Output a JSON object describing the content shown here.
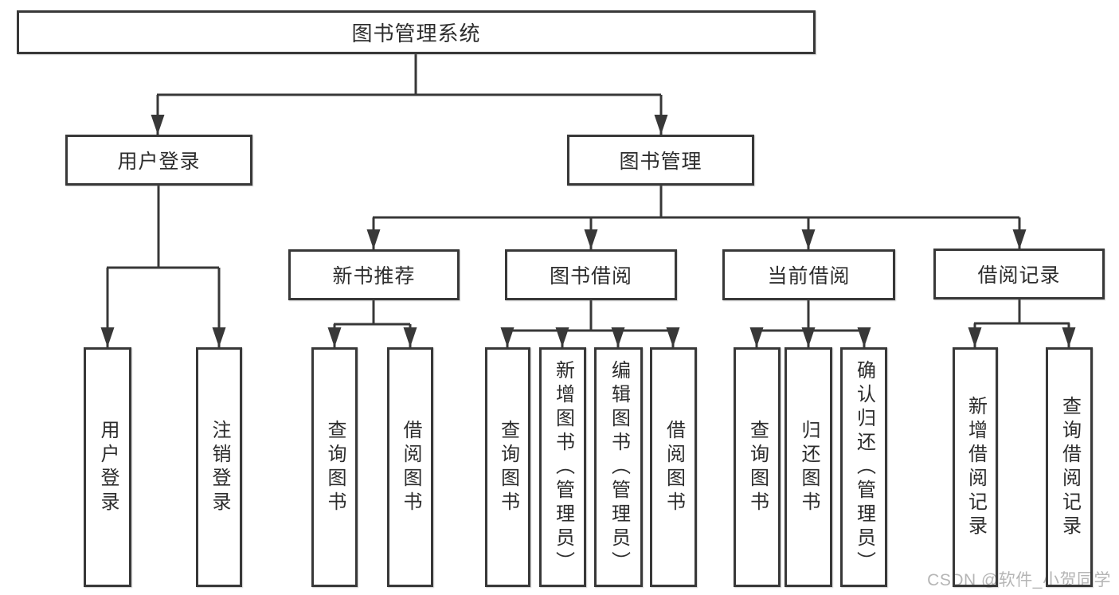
{
  "diagram": {
    "root": {
      "label": "图书管理系统"
    },
    "branches": [
      {
        "label": "用户登录",
        "children": [
          {
            "label": "用户登录"
          },
          {
            "label": "注销登录"
          }
        ]
      },
      {
        "label": "图书管理",
        "children": [
          {
            "label": "新书推荐",
            "children": [
              {
                "label": "查询图书"
              },
              {
                "label": "借阅图书"
              }
            ]
          },
          {
            "label": "图书借阅",
            "children": [
              {
                "label": "查询图书"
              },
              {
                "label": "新增图书（管理员）"
              },
              {
                "label": "编辑图书（管理员）"
              },
              {
                "label": "借阅图书"
              }
            ]
          },
          {
            "label": "当前借阅",
            "children": [
              {
                "label": "查询图书"
              },
              {
                "label": "归还图书"
              },
              {
                "label": "确认归还（管理员）"
              }
            ]
          },
          {
            "label": "借阅记录",
            "children": [
              {
                "label": "新增借阅记录"
              },
              {
                "label": "查询借阅记录"
              }
            ]
          }
        ]
      }
    ]
  },
  "watermark": {
    "text": "CSDN @软件_小贺同学"
  },
  "colors": {
    "line": "#383838",
    "text": "#2d2d2d",
    "watermark": "#b5b5b5",
    "background": "#ffffff"
  }
}
